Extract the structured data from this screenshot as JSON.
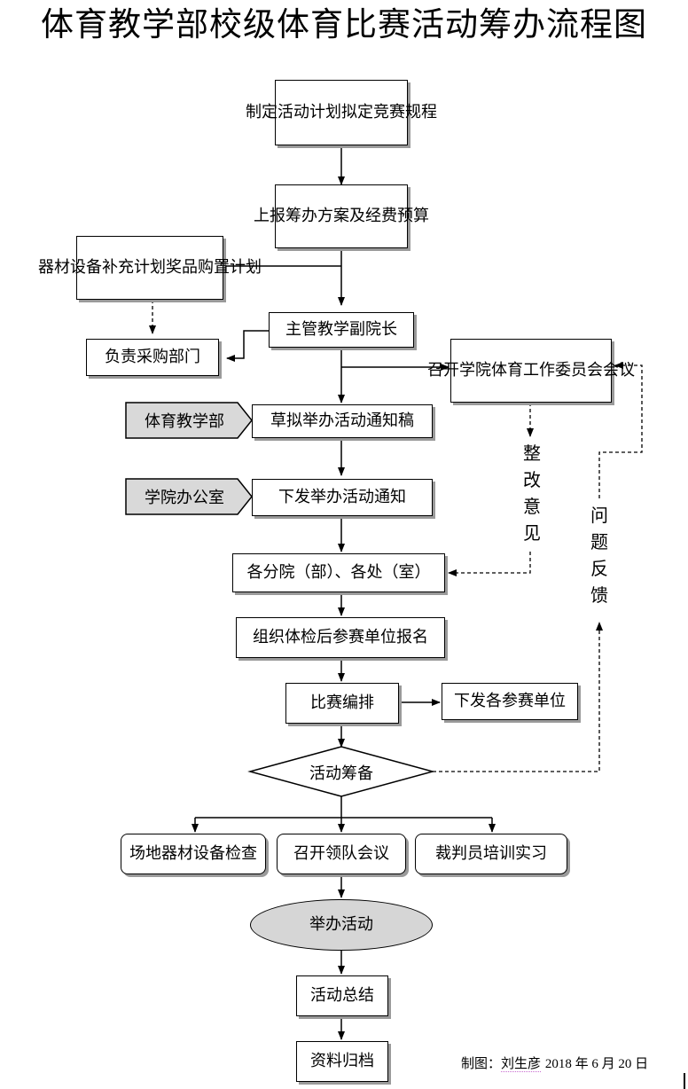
{
  "title": "体育教学部校级体育比赛活动筹办流程图",
  "nodes": {
    "plan": [
      "制定活动计划",
      "拟定竞赛规程"
    ],
    "report": [
      "上报筹办方案",
      "及经费预算"
    ],
    "equipment_plan": [
      "器材设备补充计划",
      "奖品购置计划"
    ],
    "vice_dean": "主管教学副院长",
    "purchasing": "负责采购部门",
    "committee": [
      "召开学院体育工作",
      "委员会会议"
    ],
    "tag_pe": "体育教学部",
    "draft_notice": "草拟举办活动通知稿",
    "tag_office": "学院办公室",
    "issue_notice": "下发举办活动通知",
    "departments": "各分院（部）、各处（室）",
    "registration": "组织体检后参赛单位报名",
    "scheduling": "比赛编排",
    "issue_units": "下发各参赛单位",
    "preparation": "活动筹备",
    "venue_check": "场地器材设备检查",
    "team_meeting": "召开领队会议",
    "referee_training": "裁判员培训实习",
    "hold_event": "举办活动",
    "summary": "活动总结",
    "archive": "资料归档"
  },
  "side_labels": {
    "rectification": "整\n改\n意\n见",
    "feedback": "问\n题\n反\n馈"
  },
  "credit": {
    "prefix": "制图：",
    "author": "刘生彦",
    "date": "2018 年 6 月 20 日"
  }
}
